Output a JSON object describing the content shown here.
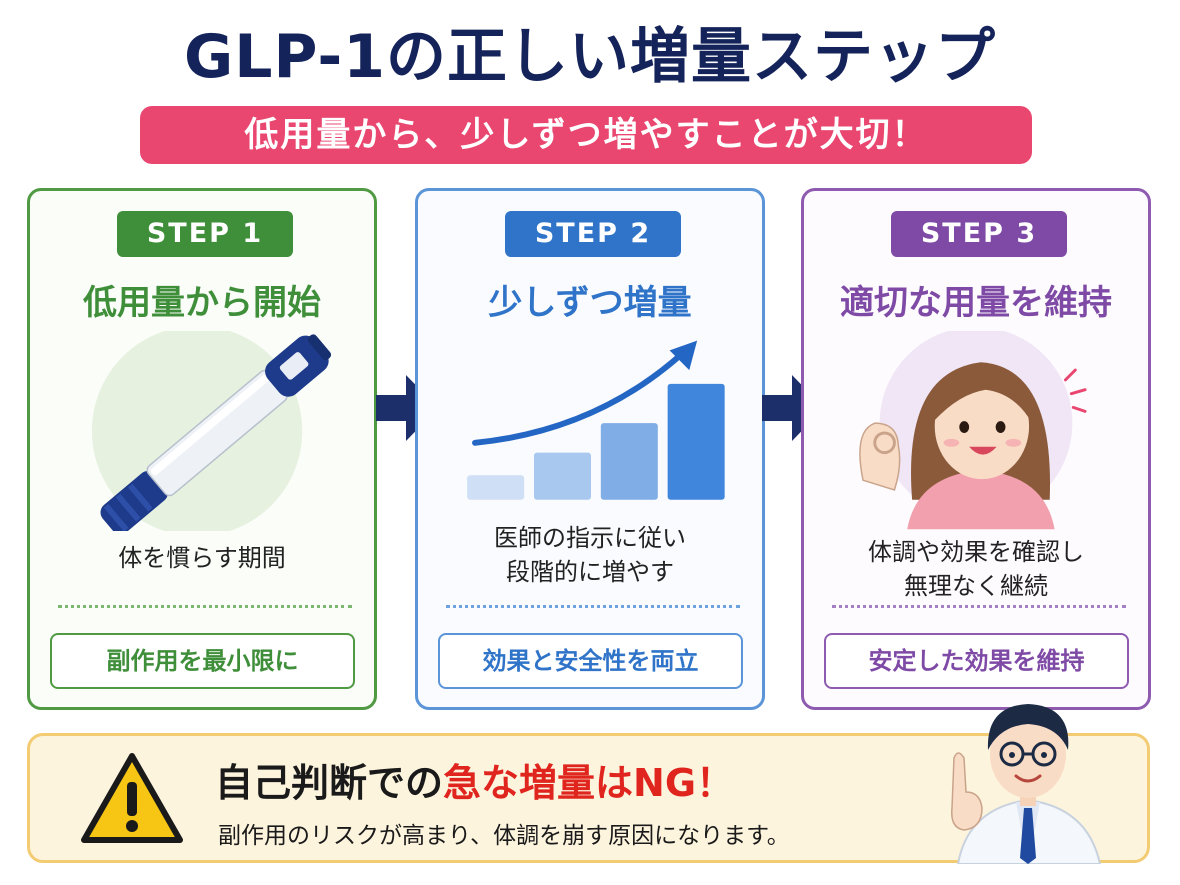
{
  "title": "GLP-1の正しい増量ステップ",
  "subtitle": "低用量から、少しずつ増やすことが大切！",
  "steps": [
    {
      "badge": "STEP 1",
      "heading": "低用量から開始",
      "desc_lines": [
        "体を慣らす期間"
      ],
      "pill": "副作用を最小限に",
      "color": "#3f8f3a",
      "icon": "injection-pen-icon"
    },
    {
      "badge": "STEP 2",
      "heading": "少しずつ増量",
      "desc_lines": [
        "医師の指示に従い",
        "段階的に増やす"
      ],
      "pill": "効果と安全性を両立",
      "color": "#2f74c9",
      "icon": "rising-bars-chart-icon"
    },
    {
      "badge": "STEP 3",
      "heading": "適切な用量を維持",
      "desc_lines": [
        "体調や効果を確認し",
        "無理なく継続"
      ],
      "pill": "安定した効果を維持",
      "color": "#7e4aa6",
      "icon": "smiling-woman-ok-sign-icon"
    }
  ],
  "warning": {
    "title_before": "自己判断での",
    "title_highlight": "急な増量はNG",
    "title_after": "！",
    "text": "副作用のリスクが高まり、体調を崩す原因になります。",
    "highlight_color": "#e0251f",
    "icon": "warning-triangle-icon",
    "figure": "doctor-pointing-icon"
  },
  "colors": {
    "title": "#14235a",
    "banner": "#e94770",
    "arrow": "#1d2f6a"
  }
}
